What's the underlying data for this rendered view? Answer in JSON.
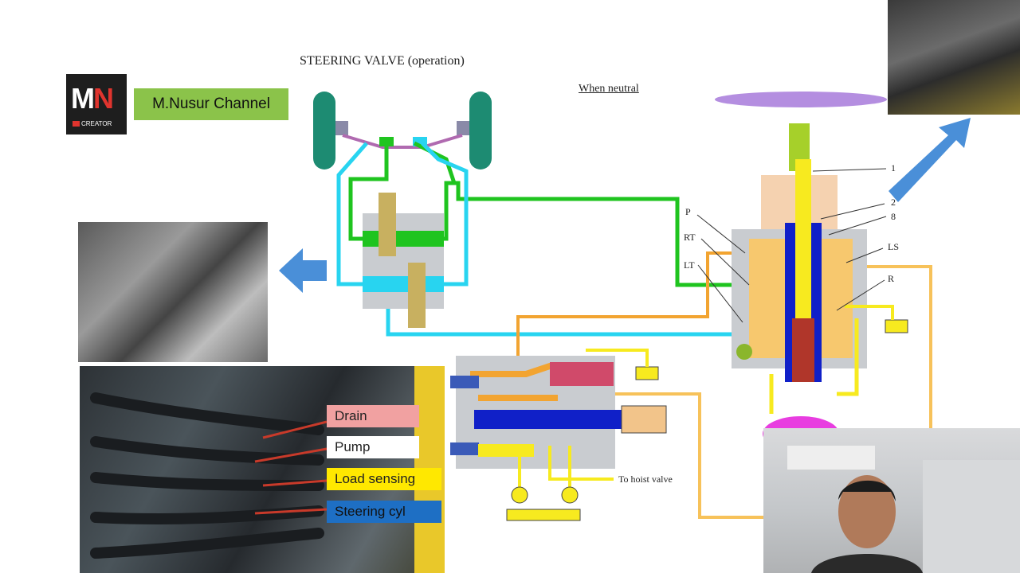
{
  "channel": {
    "logo_text_m": "M",
    "logo_text_n": "N",
    "logo_sub": "CREATOR",
    "name": "M.Nusur Channel"
  },
  "diagram": {
    "title": "STEERING VALVE (operation)",
    "state_label": "When neutral",
    "callouts": [
      "P",
      "RT",
      "LT",
      "1",
      "2",
      "8",
      "LS",
      "R"
    ],
    "hoist_note": "To hoist valve"
  },
  "hose_labels": {
    "drain": "Drain",
    "pump": "Pump",
    "load_sensing": "Load sensing",
    "steering_cyl": "Steering cyl"
  },
  "colors": {
    "green": "#1fc41f",
    "cyan": "#28d4f0",
    "orange": "#f2a431",
    "yellow": "#f7ea1f",
    "blue": "#1020c8",
    "purple": "#b48ee0",
    "arrow_blue": "#4a8fd8",
    "steering_teal": "#1d8b72"
  }
}
